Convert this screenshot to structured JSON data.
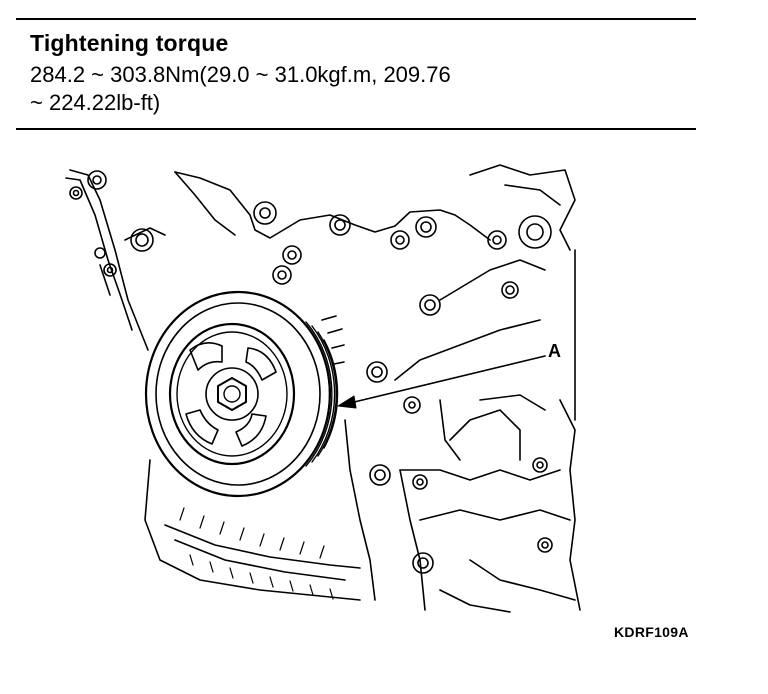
{
  "spec": {
    "title": "Tightening torque",
    "line1": "284.2 ~ 303.8Nm(29.0 ~ 31.0kgf.m, 209.76",
    "line2": "~ 224.22lb-ft)"
  },
  "figure": {
    "callout_label": "A",
    "figure_code": "KDRF109A"
  }
}
